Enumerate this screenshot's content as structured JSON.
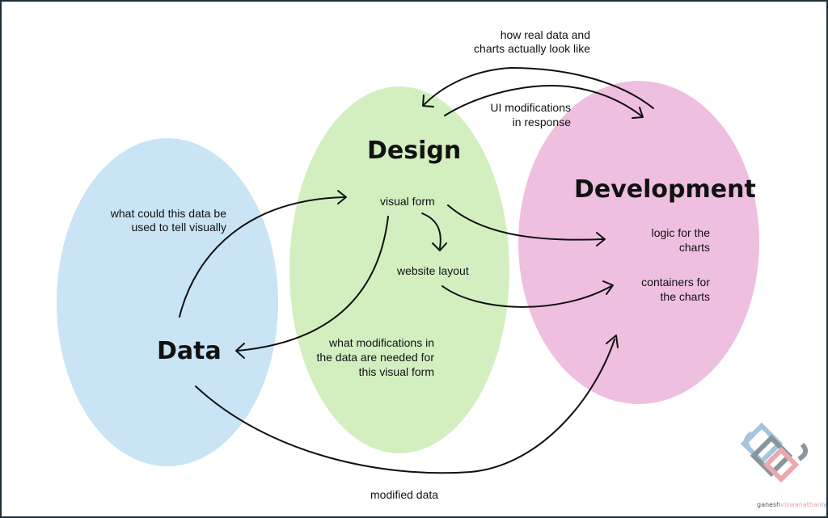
{
  "diagram": {
    "nodes": {
      "data": {
        "label": "Data",
        "color": "#c9e4f5"
      },
      "design": {
        "label": "Design",
        "color": "#d3efc0"
      },
      "development": {
        "label": "Development",
        "color": "#efbfdf"
      }
    },
    "annotations": {
      "real_data_line1": "how real data and",
      "real_data_line2": "charts actually look like",
      "ui_mod_line1": "UI modifications",
      "ui_mod_line2": "in response",
      "data_use_line1": "what could this data be",
      "data_use_line2": "used to tell visually",
      "visual_form": "visual form",
      "website_layout": "website layout",
      "logic_line1": "logic for the",
      "logic_line2": "charts",
      "containers_line1": "containers for",
      "containers_line2": "the charts",
      "mods_line1": "what modifications in",
      "mods_line2": "the data are needed for",
      "mods_line3": "this visual form",
      "modified_data": "modified data"
    },
    "branding": {
      "first": "ganesh",
      "middle": "viswanathan",
      "last": "iyer",
      "colors": {
        "first": "#555555",
        "middle": "#e9a0a6",
        "last": "#7ab8dc"
      }
    }
  }
}
